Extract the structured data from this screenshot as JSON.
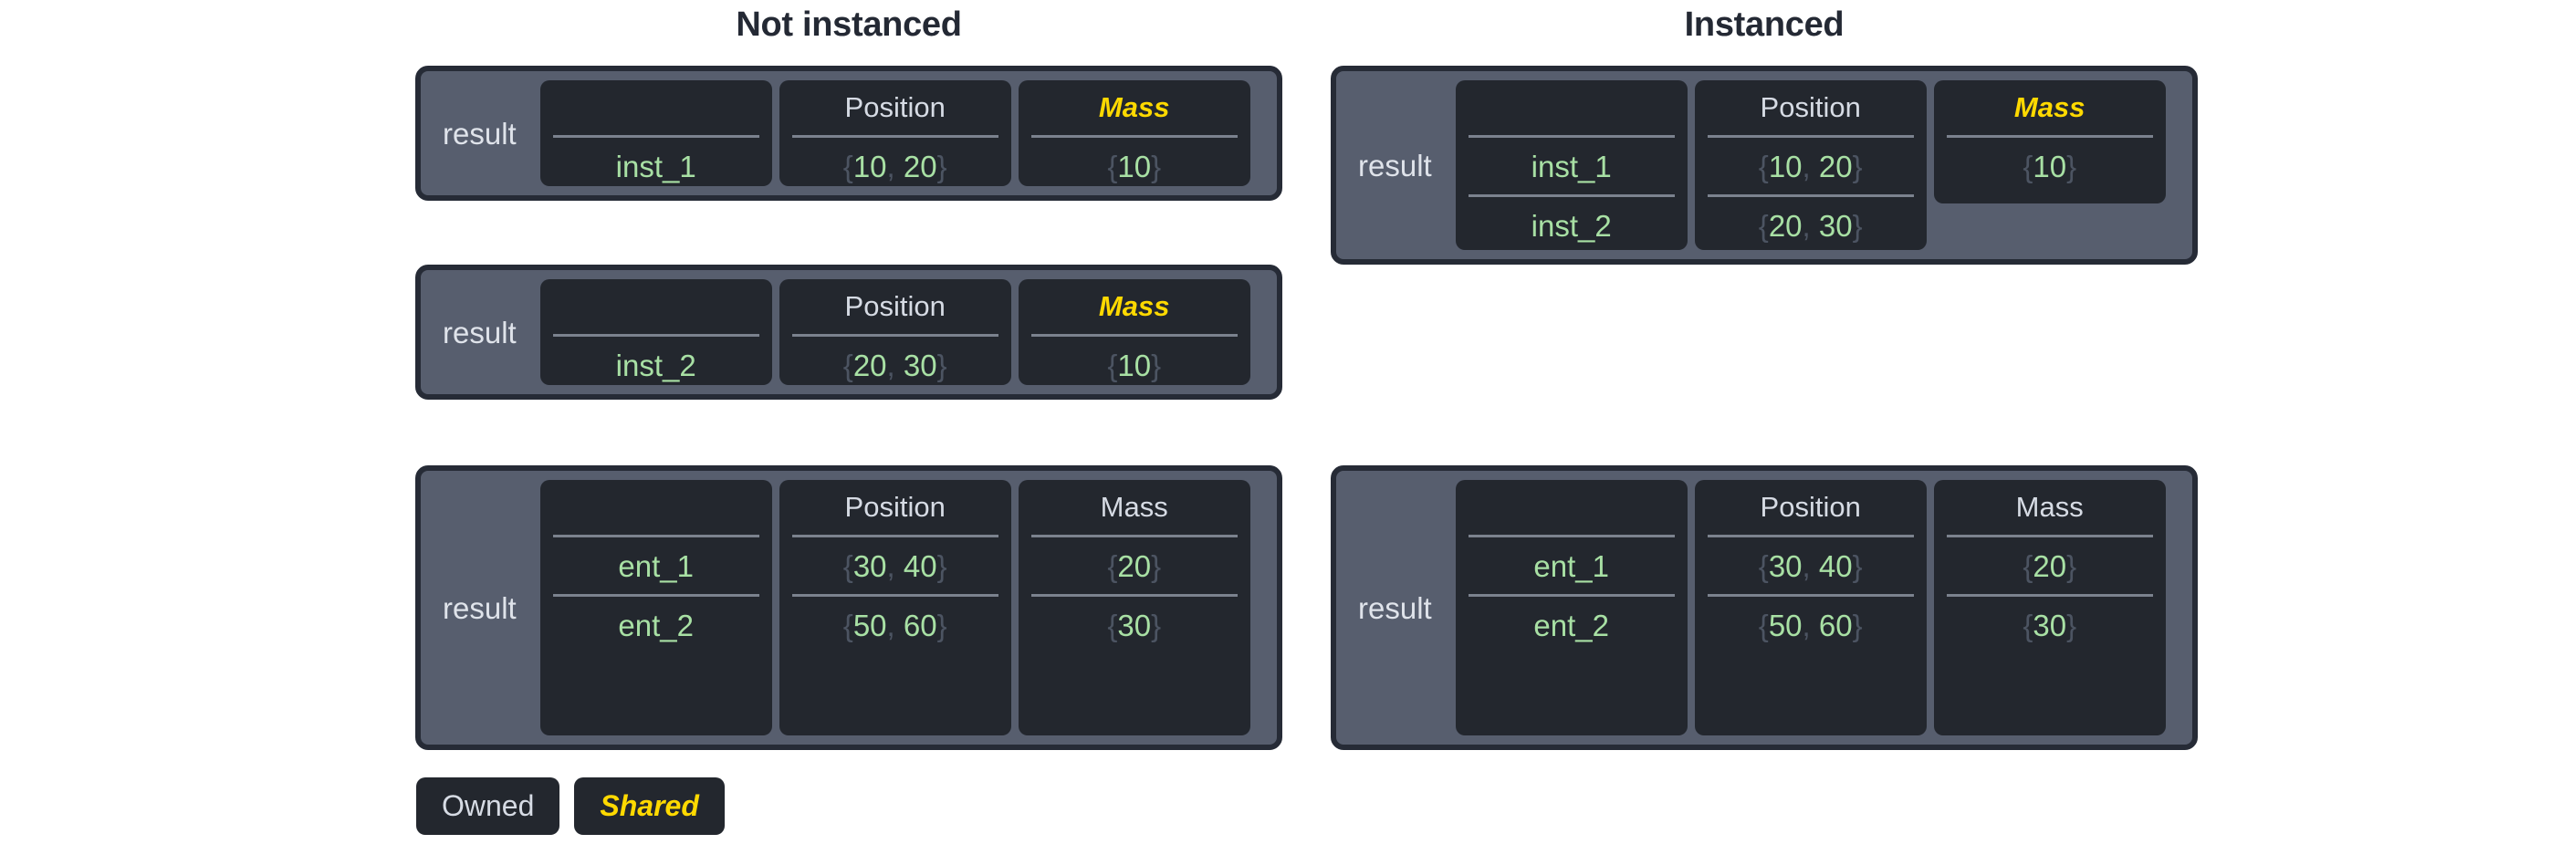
{
  "groups": {
    "left_title": "Not instanced",
    "right_title": "Instanced"
  },
  "labels": {
    "result": "result",
    "position_header": "Position",
    "mass_header": "Mass",
    "blank_header": ""
  },
  "legend": {
    "owned": "Owned",
    "shared": "Shared"
  },
  "colors": {
    "page_background": "#ffffff",
    "title_text": "#242934",
    "panel_fill": "#575e6e",
    "panel_border": "#262b36",
    "column_fill": "#23272e",
    "owned_text": "#d6dbe4",
    "shared_text": "#ffd900",
    "value_text": "#a8e0a4",
    "brace_text": "#4c5462",
    "divider": "#7b828e"
  },
  "not_instanced": {
    "panels": [
      {
        "label": "result",
        "name_header": "",
        "position_header": "Position",
        "mass_header": "Mass",
        "mass_shared": true,
        "rows": [
          {
            "name": "inst_1",
            "position": "{10, 20}",
            "position_open": "{",
            "position_x": "10",
            "position_comma": ",",
            "position_y": "20",
            "position_close": "}",
            "mass": "{10}",
            "mass_open": "{",
            "mass_value": "10",
            "mass_close": "}"
          }
        ]
      },
      {
        "label": "result",
        "name_header": "",
        "position_header": "Position",
        "mass_header": "Mass",
        "mass_shared": true,
        "rows": [
          {
            "name": "inst_2",
            "position": "{20, 30}",
            "position_open": "{",
            "position_x": "20",
            "position_comma": ",",
            "position_y": "30",
            "position_close": "}",
            "mass": "{10}",
            "mass_open": "{",
            "mass_value": "10",
            "mass_close": "}"
          }
        ]
      },
      {
        "label": "result",
        "name_header": "",
        "position_header": "Position",
        "mass_header": "Mass",
        "mass_shared": false,
        "rows": [
          {
            "name": "ent_1",
            "position": "{30, 40}",
            "position_open": "{",
            "position_x": "30",
            "position_comma": ",",
            "position_y": "40",
            "position_close": "}",
            "mass": "{20}",
            "mass_open": "{",
            "mass_value": "20",
            "mass_close": "}"
          },
          {
            "name": "ent_2",
            "position": "{50, 60}",
            "position_open": "{",
            "position_x": "50",
            "position_comma": ",",
            "position_y": "60",
            "position_close": "}",
            "mass": "{30}",
            "mass_open": "{",
            "mass_value": "30",
            "mass_close": "}"
          }
        ]
      }
    ]
  },
  "instanced": {
    "panels": [
      {
        "label": "result",
        "name_header": "",
        "position_header": "Position",
        "mass_header": "Mass",
        "mass_shared": true,
        "mass_row_count": 1,
        "rows": [
          {
            "name": "inst_1",
            "position": "{10, 20}",
            "position_open": "{",
            "position_x": "10",
            "position_comma": ",",
            "position_y": "20",
            "position_close": "}",
            "mass": "{10}",
            "mass_open": "{",
            "mass_value": "10",
            "mass_close": "}"
          },
          {
            "name": "inst_2",
            "position": "{20, 30}",
            "position_open": "{",
            "position_x": "20",
            "position_comma": ",",
            "position_y": "30",
            "position_close": "}",
            "mass": "",
            "mass_open": "",
            "mass_value": "",
            "mass_close": ""
          }
        ]
      },
      {
        "label": "result",
        "name_header": "",
        "position_header": "Position",
        "mass_header": "Mass",
        "mass_shared": false,
        "mass_row_count": 2,
        "rows": [
          {
            "name": "ent_1",
            "position": "{30, 40}",
            "position_open": "{",
            "position_x": "30",
            "position_comma": ",",
            "position_y": "40",
            "position_close": "}",
            "mass": "{20}",
            "mass_open": "{",
            "mass_value": "20",
            "mass_close": "}"
          },
          {
            "name": "ent_2",
            "position": "{50, 60}",
            "position_open": "{",
            "position_x": "50",
            "position_comma": ",",
            "position_y": "60",
            "position_close": "}",
            "mass": "{30}",
            "mass_open": "{",
            "mass_value": "30",
            "mass_close": "}"
          }
        ]
      }
    ]
  }
}
